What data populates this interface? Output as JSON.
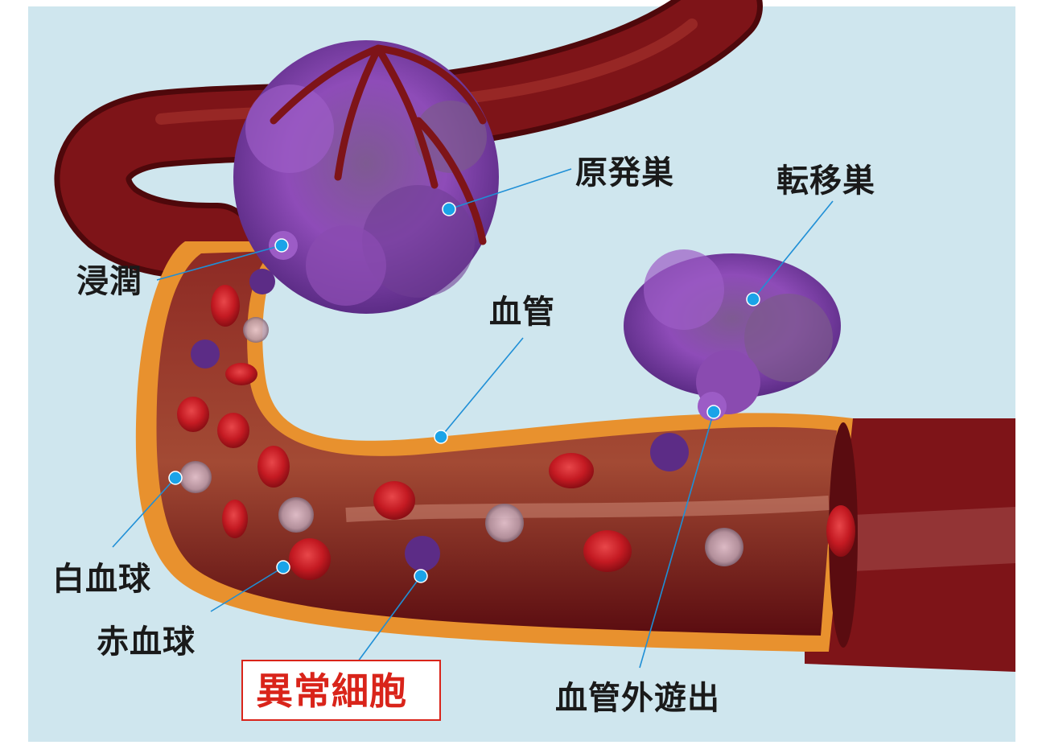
{
  "colors": {
    "background": "#cfe6ee",
    "vessel": "#7e1418",
    "vessel_dark": "#4e080b",
    "vessel_wall": "#e8912e",
    "tumor": "#8a4bb0",
    "leader_line": "#1f8fd6",
    "leader_dot": "#1aa3e8",
    "highlight_label": "#d9241a"
  },
  "labels": {
    "primary_tumor": "原発巣",
    "metastasis": "転移巣",
    "invasion": "浸潤",
    "blood_vessel": "血管",
    "white_blood_cell": "白血球",
    "red_blood_cell": "赤血球",
    "abnormal_cell": "異常細胞",
    "extravasation": "血管外遊出"
  }
}
